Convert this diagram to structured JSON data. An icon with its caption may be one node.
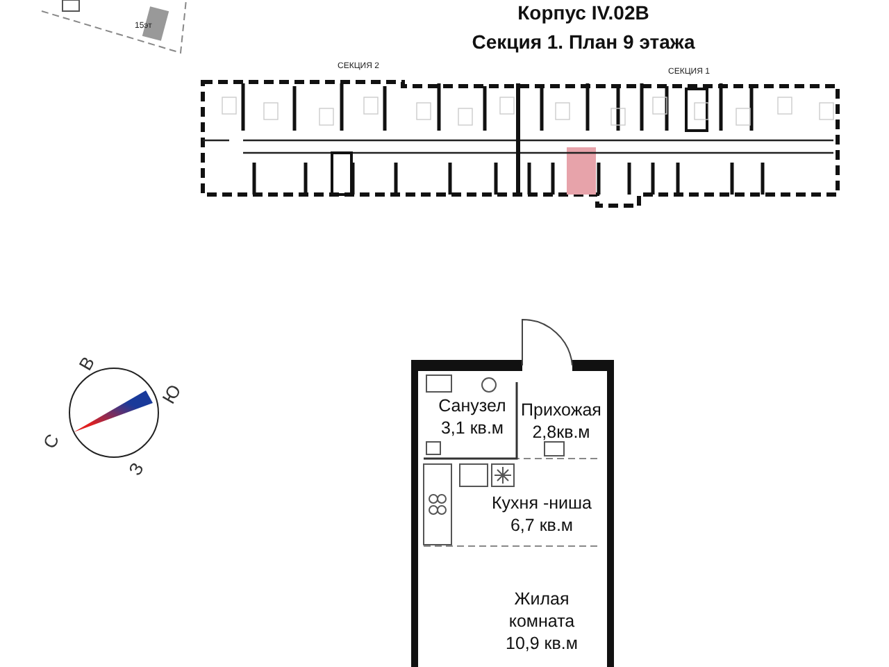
{
  "diagram": {
    "title": "Корпус IV.02В",
    "nodes": [
      {
        "text": [
          "Санузел",
          "3,1 кв.м"
        ]
      },
      {
        "text": [
          "Прихожая",
          "2,8кв.м"
        ]
      },
      {
        "text": [
          "Кухня -ниша",
          "6,7 кв.м"
        ]
      },
      {
        "text": [
          "Жилая комната",
          "10,9 кв.м"
        ]
      }
    ],
    "labels": [
      "15эт",
      "Секция 1. План 9 этажа",
      "СЕКЦИЯ 2",
      "СЕКЦИЯ 1",
      "В",
      "Ю",
      "С",
      "З"
    ]
  }
}
